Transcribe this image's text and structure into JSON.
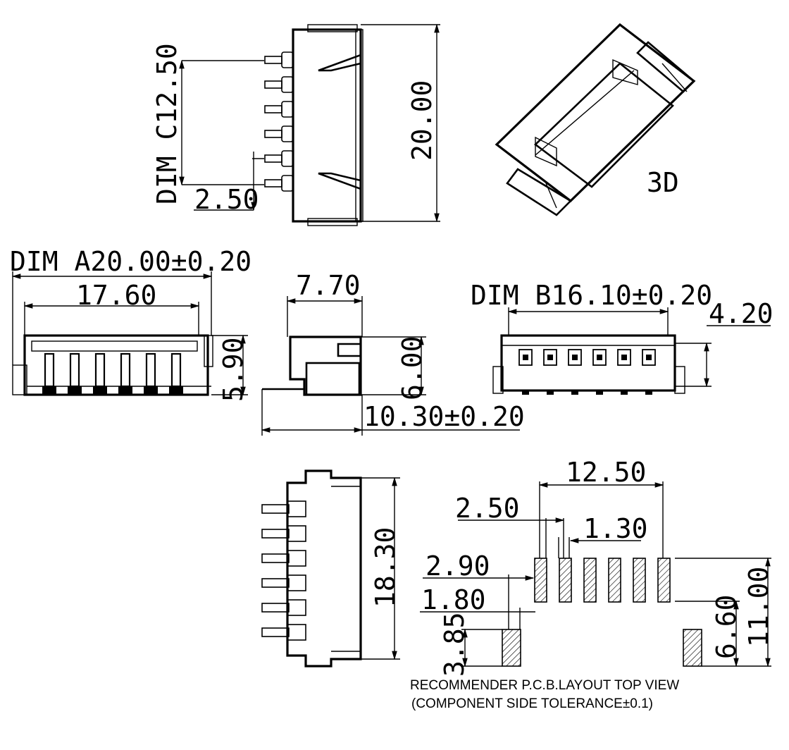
{
  "drawing": {
    "label_3d": "3D",
    "dim_c": "DIM C12.50",
    "pitch_top": "2.50",
    "height_total": "20.00",
    "dim_a": "DIM A20.00±0.20",
    "width_body": "17.60",
    "height_front": "5.90",
    "depth_body": "7.70",
    "height_side": "6.00",
    "depth_total": "10.30±0.20",
    "dim_b": "DIM B16.10±0.20",
    "height_rear": "4.20",
    "height_bottom": "18.30",
    "pcb_span": "12.50",
    "pcb_pitch": "2.50",
    "pcb_pad_width": "1.30",
    "pcb_pad_length": "2.90",
    "pcb_tab_width": "1.80",
    "pcb_tab_length": "3.85",
    "pcb_tab_offset": "6.60",
    "pcb_total": "11.00",
    "note_line1": "RECOMMENDER P.C.B.LAYOUT TOP VIEW",
    "note_line2": "(COMPONENT SIDE TOLERANCE±0.1)",
    "pin_count": 6
  }
}
